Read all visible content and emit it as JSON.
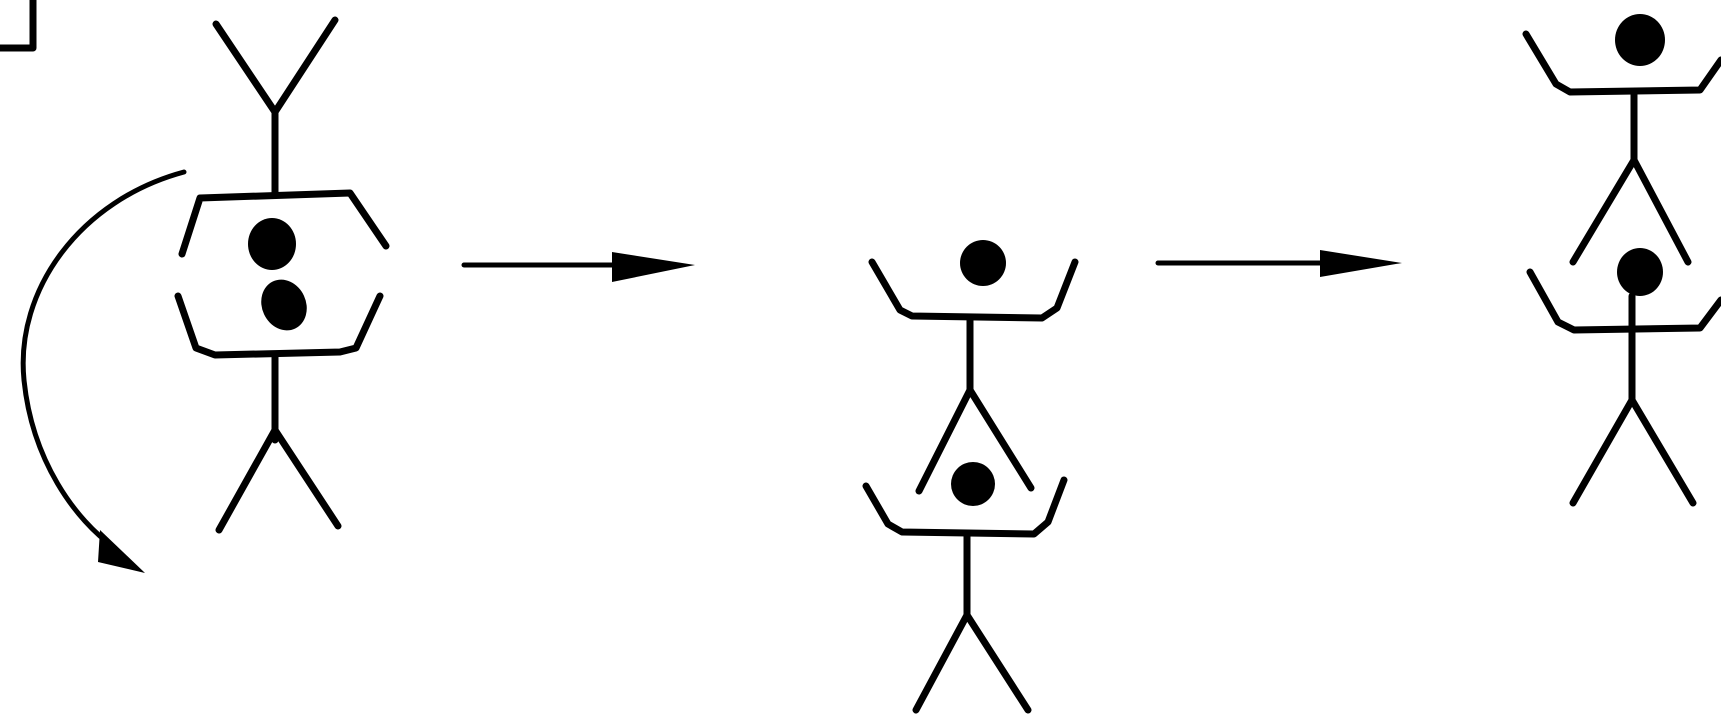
{
  "diagram": {
    "panels": [
      {
        "id": "stage-1",
        "figures": [
          {
            "role": "upper",
            "orientation": "inverted"
          },
          {
            "role": "lower",
            "orientation": "upright"
          }
        ],
        "annotation": "curved-rotation-arrow"
      },
      {
        "id": "stage-2",
        "figures": [
          {
            "role": "upper",
            "orientation": "upright"
          },
          {
            "role": "lower",
            "orientation": "upright"
          }
        ]
      },
      {
        "id": "stage-3",
        "figures": [
          {
            "role": "upper",
            "orientation": "upright"
          },
          {
            "role": "lower",
            "orientation": "upright"
          }
        ]
      }
    ],
    "transitions": [
      {
        "from": "stage-1",
        "to": "stage-2",
        "icon": "right-arrow-icon"
      },
      {
        "from": "stage-2",
        "to": "stage-3",
        "icon": "right-arrow-icon"
      }
    ],
    "colors": {
      "ink": "#000000",
      "background": "#ffffff"
    }
  }
}
